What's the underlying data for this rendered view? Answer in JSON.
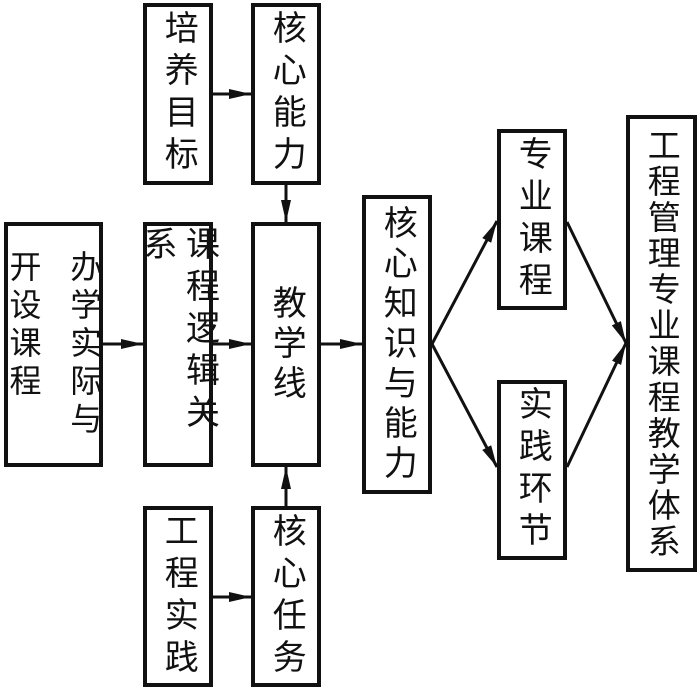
{
  "diagram": {
    "colors": {
      "stroke": "#111111",
      "background": "#ffffff"
    },
    "nodes": {
      "peiyang_mubiao": "培养目标",
      "hexin_nengli": "核心能力",
      "banxue_shiji": {
        "col1": "办学实际与",
        "col2": "开设课程"
      },
      "kecheng_luoji": "课程逻辑关系",
      "jiaoxue_xian": "教学线",
      "gongcheng_shijian": "工程实践",
      "hexin_renwu": "核心任务",
      "hexin_zhishi": "核心知识与能力",
      "zhuanye_kecheng": "专业课程",
      "shijian_huanjie": "实践环节",
      "tixi": "工程管理专业课程教学体系"
    },
    "edges": [
      {
        "from": "培养目标",
        "to": "核心能力"
      },
      {
        "from": "核心能力",
        "to": "教学线"
      },
      {
        "from": "办学实际与开设课程",
        "to": "课程逻辑关系"
      },
      {
        "from": "课程逻辑关系",
        "to": "教学线"
      },
      {
        "from": "工程实践",
        "to": "核心任务"
      },
      {
        "from": "核心任务",
        "to": "教学线"
      },
      {
        "from": "教学线",
        "to": "核心知识与能力"
      },
      {
        "from": "核心知识与能力",
        "to": "专业课程"
      },
      {
        "from": "核心知识与能力",
        "to": "实践环节"
      },
      {
        "from": "专业课程",
        "to": "工程管理专业课程教学体系"
      },
      {
        "from": "实践环节",
        "to": "工程管理专业课程教学体系"
      }
    ]
  }
}
